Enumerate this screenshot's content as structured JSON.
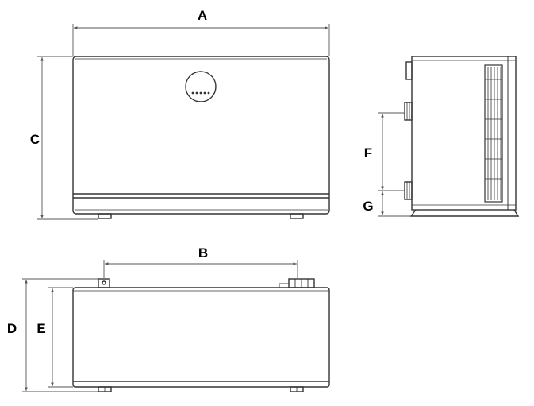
{
  "labels": {
    "A": "A",
    "B": "B",
    "C": "C",
    "D": "D",
    "E": "E",
    "F": "F",
    "G": "G"
  },
  "colors": {
    "line": "#333333",
    "dim": "#555555",
    "text": "#000000",
    "background": "#ffffff"
  }
}
